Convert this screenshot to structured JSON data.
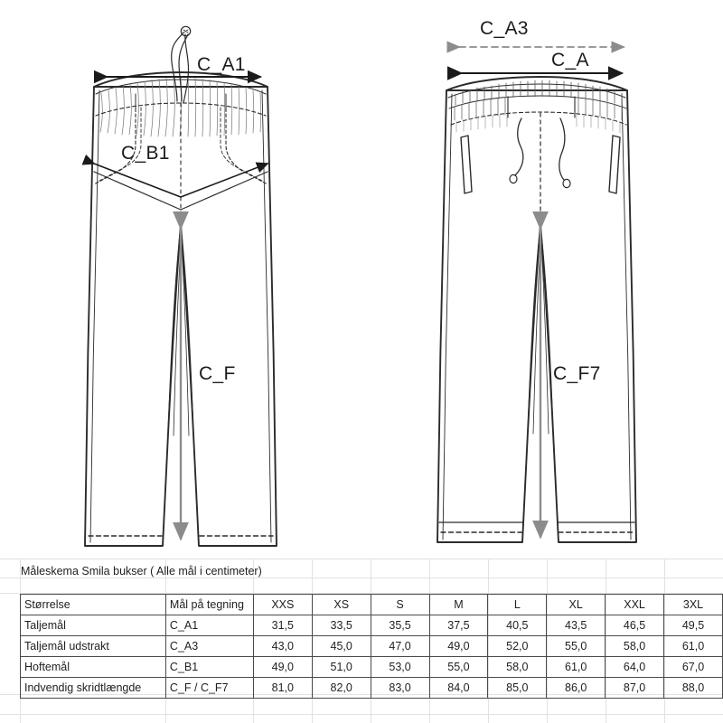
{
  "document": {
    "type": "spreadsheet-size-chart",
    "title_cell": "Måleskema Smila bukser ( Alle mål i centimeter)"
  },
  "drawings": {
    "front_view": {
      "name": "pants-front-view",
      "labels": [
        {
          "id": "c_a1",
          "text": "C_A1",
          "style": "solid-black",
          "measures": "waist width across waistband"
        },
        {
          "id": "c_b1",
          "text": "C_B1",
          "style": "solid-black",
          "measures": "hip width"
        },
        {
          "id": "c_f",
          "text": "C_F",
          "style": "gray-arrow",
          "measures": "inseam length"
        }
      ]
    },
    "back_view": {
      "name": "pants-back-view",
      "labels": [
        {
          "id": "c_a3",
          "text": "C_A3",
          "style": "gray-dashed",
          "measures": "waist stretched"
        },
        {
          "id": "c_a",
          "text": "C_A",
          "style": "solid-black",
          "measures": "waist relaxed"
        },
        {
          "id": "c_f7",
          "text": "C_F7",
          "style": "gray-arrow",
          "measures": "inseam length"
        }
      ]
    }
  },
  "table": {
    "headers": [
      "Størrelse",
      "Mål på tegning",
      "XXS",
      "XS",
      "S",
      "M",
      "L",
      "XL",
      "XXL",
      "3XL"
    ],
    "rows": [
      {
        "name": "Taljemål",
        "code": "C_A1",
        "values": [
          "31,5",
          "33,5",
          "35,5",
          "37,5",
          "40,5",
          "43,5",
          "46,5",
          "49,5"
        ]
      },
      {
        "name": "Taljemål udstrakt",
        "code": "C_A3",
        "values": [
          "43,0",
          "45,0",
          "47,0",
          "49,0",
          "52,0",
          "55,0",
          "58,0",
          "61,0"
        ]
      },
      {
        "name": "Hoftemål",
        "code": "C_B1",
        "values": [
          "49,0",
          "51,0",
          "53,0",
          "55,0",
          "58,0",
          "61,0",
          "64,0",
          "67,0"
        ]
      },
      {
        "name": "Indvendig skridtlængde",
        "code": "C_F / C_F7",
        "values": [
          "81,0",
          "82,0",
          "83,0",
          "84,0",
          "85,0",
          "86,0",
          "87,0",
          "88,0"
        ]
      }
    ]
  },
  "colors": {
    "ink": "#2b2b2b",
    "gray_arrow": "#8c8c8c",
    "grid": "#e2e2e2",
    "table_border": "#4a4a4a",
    "background": "#ffffff"
  }
}
